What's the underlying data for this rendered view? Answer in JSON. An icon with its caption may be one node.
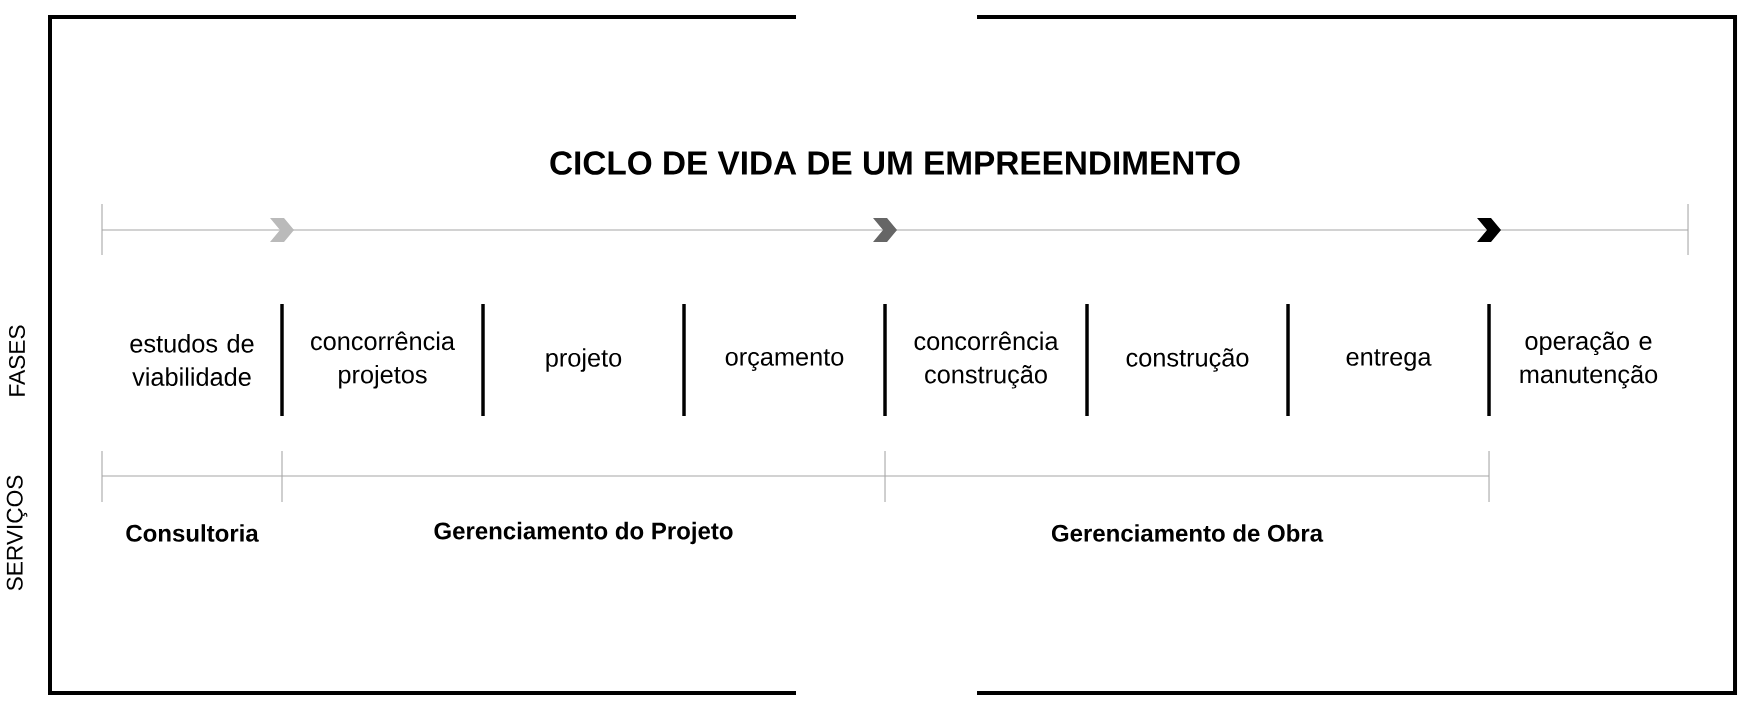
{
  "diagram": {
    "title": "CICLO DE VIDA DE UM EMPREENDIMENTO",
    "labels": [
      "FASES",
      "SERVIÇOS",
      "estudos de viabilidade",
      "concorrência projetos",
      "projeto",
      "orçamento",
      "concorrência construção",
      "construção",
      "entrega",
      "operação e manutenção",
      "Consultoria",
      "Gerenciamento do Projeto",
      "Gerenciamento de Obra"
    ]
  }
}
